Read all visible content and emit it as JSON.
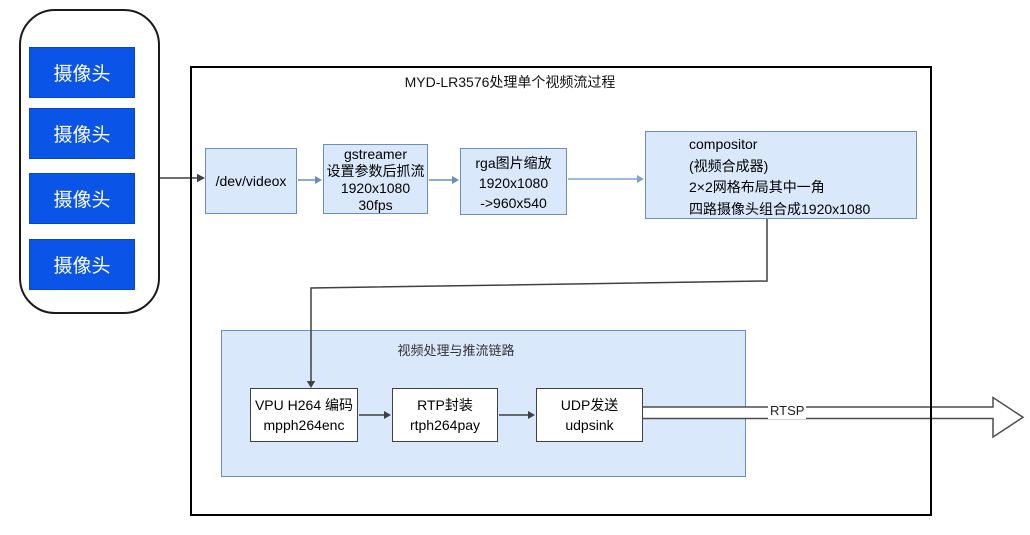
{
  "colors": {
    "camera_fill": "#0a54e8",
    "camera_border": "#0847cc",
    "node_fill": "#dae8fc",
    "node_border": "#6c8ebf",
    "blue_arrow": "#6c8ebf",
    "light_blue_arrow": "#7ea2d8",
    "dark_line": "#404040",
    "block_arrow_outline": "#4d4d4d"
  },
  "camera_panel": {
    "cameras": [
      "摄像头",
      "摄像头",
      "摄像头",
      "摄像头"
    ]
  },
  "outer": {
    "title": "MYD-LR3576处理单个视频流过程"
  },
  "nodes": {
    "dev_video": {
      "lines": [
        "/dev/videox"
      ]
    },
    "gstreamer": {
      "lines": [
        "gstreamer",
        "设置参数后抓流",
        "1920x1080",
        "30fps"
      ]
    },
    "rga": {
      "lines": [
        "rga图片缩放",
        "1920x1080",
        "->960x540"
      ]
    },
    "compositor": {
      "lines": [
        "compositor",
        "(视频合成器)",
        "2×2网格布局其中一角",
        "四路摄像头组合成1920x1080"
      ]
    },
    "vpu": {
      "lines": [
        "VPU H264 编码",
        "mpph264enc"
      ]
    },
    "rtp": {
      "lines": [
        "RTP封装",
        "rtph264pay"
      ]
    },
    "udp": {
      "lines": [
        "UDP发送",
        "udpsink"
      ]
    }
  },
  "pipeline": {
    "title": "视频处理与推流链路"
  },
  "labels": {
    "rtsp": "RTSP"
  }
}
